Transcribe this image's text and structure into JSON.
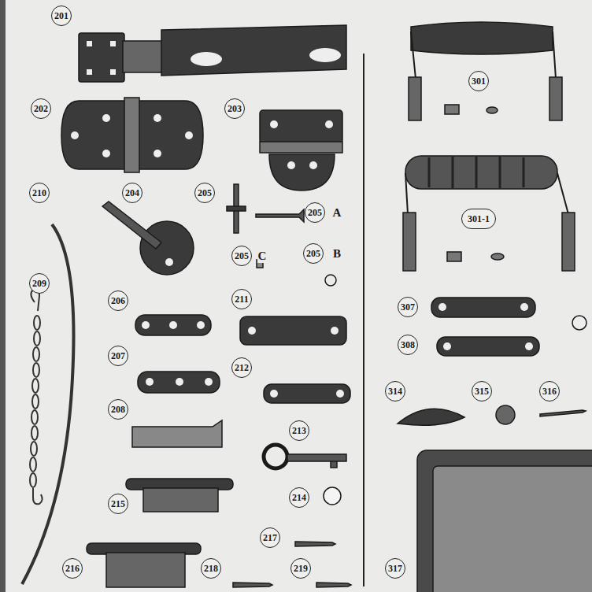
{
  "diagram": {
    "labels": [
      "201",
      "202",
      "203",
      "210",
      "204",
      "205",
      "205",
      "A",
      "205",
      "C",
      "205",
      "B",
      "209",
      "206",
      "211",
      "207",
      "212",
      "208",
      "213",
      "215",
      "214",
      "217",
      "216",
      "218",
      "219",
      "301",
      "301-1",
      "307",
      "308",
      "314",
      "315",
      "316",
      "317"
    ]
  }
}
